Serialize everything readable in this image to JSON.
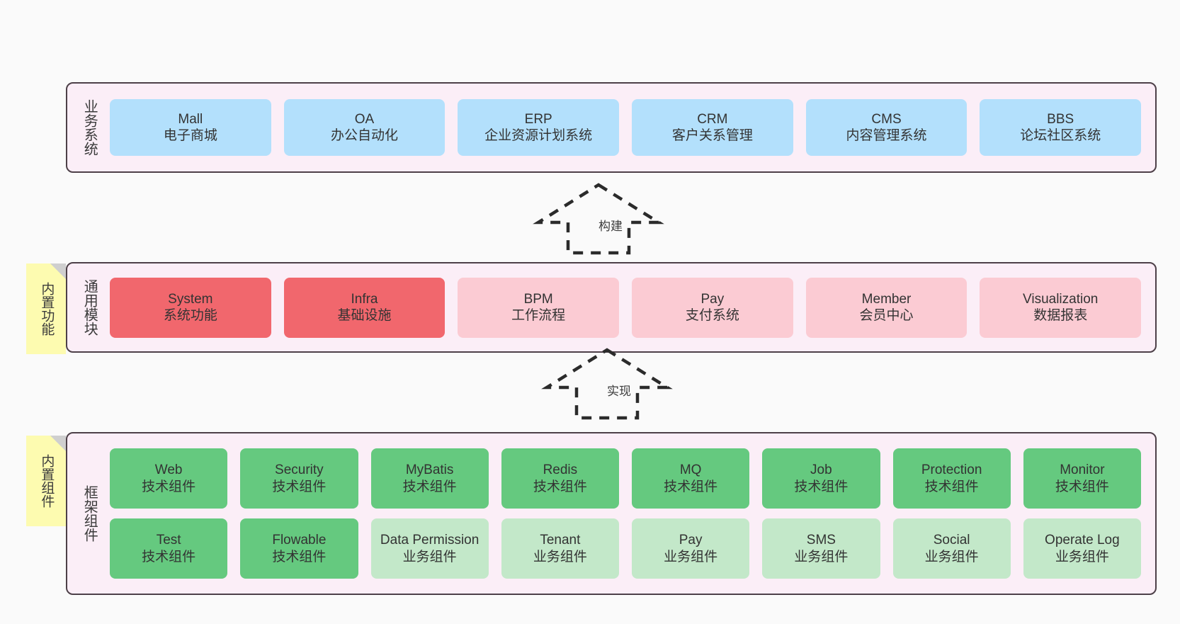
{
  "diagram": {
    "background_color": "#fafafa",
    "panel_background": "#fbeef7",
    "panel_border": "#4d4048"
  },
  "layers": {
    "business": {
      "title": "业务系统",
      "cards": [
        {
          "en": "Mall",
          "cn": "电子商城",
          "color": "#b3e0fc"
        },
        {
          "en": "OA",
          "cn": "办公自动化",
          "color": "#b3e0fc"
        },
        {
          "en": "ERP",
          "cn": "企业资源计划系统",
          "color": "#b3e0fc"
        },
        {
          "en": "CRM",
          "cn": "客户关系管理",
          "color": "#b3e0fc"
        },
        {
          "en": "CMS",
          "cn": "内容管理系统",
          "color": "#b3e0fc"
        },
        {
          "en": "BBS",
          "cn": "论坛社区系统",
          "color": "#b3e0fc"
        }
      ]
    },
    "modules": {
      "title": "通用模块",
      "cards": [
        {
          "en": "System",
          "cn": "系统功能",
          "color": "#f1676d"
        },
        {
          "en": "Infra",
          "cn": "基础设施",
          "color": "#f1676d"
        },
        {
          "en": "BPM",
          "cn": "工作流程",
          "color": "#fbcbd3"
        },
        {
          "en": "Pay",
          "cn": "支付系统",
          "color": "#fbcbd3"
        },
        {
          "en": "Member",
          "cn": "会员中心",
          "color": "#fbcbd3"
        },
        {
          "en": "Visualization",
          "cn": "数据报表",
          "color": "#fbcbd3"
        }
      ]
    },
    "framework": {
      "title": "框架组件",
      "row1": [
        {
          "en": "Web",
          "cn": "技术组件",
          "color": "#65c97f"
        },
        {
          "en": "Security",
          "cn": "技术组件",
          "color": "#65c97f"
        },
        {
          "en": "MyBatis",
          "cn": "技术组件",
          "color": "#65c97f"
        },
        {
          "en": "Redis",
          "cn": "技术组件",
          "color": "#65c97f"
        },
        {
          "en": "MQ",
          "cn": "技术组件",
          "color": "#65c97f"
        },
        {
          "en": "Job",
          "cn": "技术组件",
          "color": "#65c97f"
        },
        {
          "en": "Protection",
          "cn": "技术组件",
          "color": "#65c97f"
        },
        {
          "en": "Monitor",
          "cn": "技术组件",
          "color": "#65c97f"
        }
      ],
      "row2": [
        {
          "en": "Test",
          "cn": "技术组件",
          "color": "#65c97f"
        },
        {
          "en": "Flowable",
          "cn": "技术组件",
          "color": "#65c97f"
        },
        {
          "en": "Data Permission",
          "cn": "业务组件",
          "color": "#c3e8c9"
        },
        {
          "en": "Tenant",
          "cn": "业务组件",
          "color": "#c3e8c9"
        },
        {
          "en": "Pay",
          "cn": "业务组件",
          "color": "#c3e8c9"
        },
        {
          "en": "SMS",
          "cn": "业务组件",
          "color": "#c3e8c9"
        },
        {
          "en": "Social",
          "cn": "业务组件",
          "color": "#c3e8c9"
        },
        {
          "en": "Operate Log",
          "cn": "业务组件",
          "color": "#c3e8c9"
        }
      ]
    }
  },
  "notes": [
    {
      "text": "内置功能",
      "color": "#fdfbb0"
    },
    {
      "text": "内置组件",
      "color": "#fdfbb0"
    }
  ],
  "arrows": [
    {
      "label": "构建",
      "style": "dashed-generalization",
      "direction": "up"
    },
    {
      "label": "实现",
      "style": "dashed-generalization",
      "direction": "up"
    }
  ]
}
